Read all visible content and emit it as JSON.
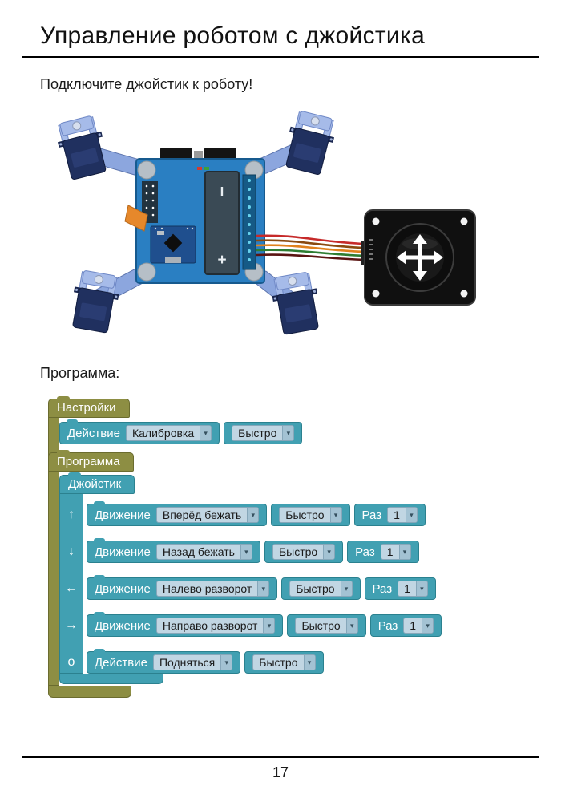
{
  "page": {
    "title": "Управление роботом с джойстика",
    "subtitle": "Подключите джойстик к роботу!",
    "program_label": "Программа:",
    "page_number": "17"
  },
  "colors": {
    "block_olive": "#8d8e43",
    "block_teal": "#41a0b2",
    "dropdown_bg": "#c1d6e3",
    "board_blue": "#2a7fc2",
    "servo_navy": "#20305f",
    "arm_blue": "#8ca6de",
    "joystick_black": "#101010"
  },
  "illustration": {
    "battery_top": "I",
    "battery_bottom": "+"
  },
  "program": {
    "settings": {
      "header": "Настройки",
      "row": {
        "label": "Действие",
        "dropdown1": "Калибровка",
        "dropdown2": "Быстро"
      }
    },
    "main": {
      "header": "Программа",
      "joystick": {
        "header": "Джойстик",
        "rows": [
          {
            "key": "↑",
            "label": "Движение",
            "dropdown1": "Вперёд бежать",
            "dropdown2": "Быстро",
            "count_label": "Раз",
            "count_value": "1"
          },
          {
            "key": "↓",
            "label": "Движение",
            "dropdown1": "Назад бежать",
            "dropdown2": "Быстро",
            "count_label": "Раз",
            "count_value": "1"
          },
          {
            "key": "←",
            "label": "Движение",
            "dropdown1": "Налево разворот",
            "dropdown2": "Быстро",
            "count_label": "Раз",
            "count_value": "1"
          },
          {
            "key": "→",
            "label": "Движение",
            "dropdown1": "Направо разворот",
            "dropdown2": "Быстро",
            "count_label": "Раз",
            "count_value": "1"
          },
          {
            "key": "o",
            "label": "Действие",
            "dropdown1": "Подняться",
            "dropdown2": "Быстро"
          }
        ]
      }
    }
  }
}
